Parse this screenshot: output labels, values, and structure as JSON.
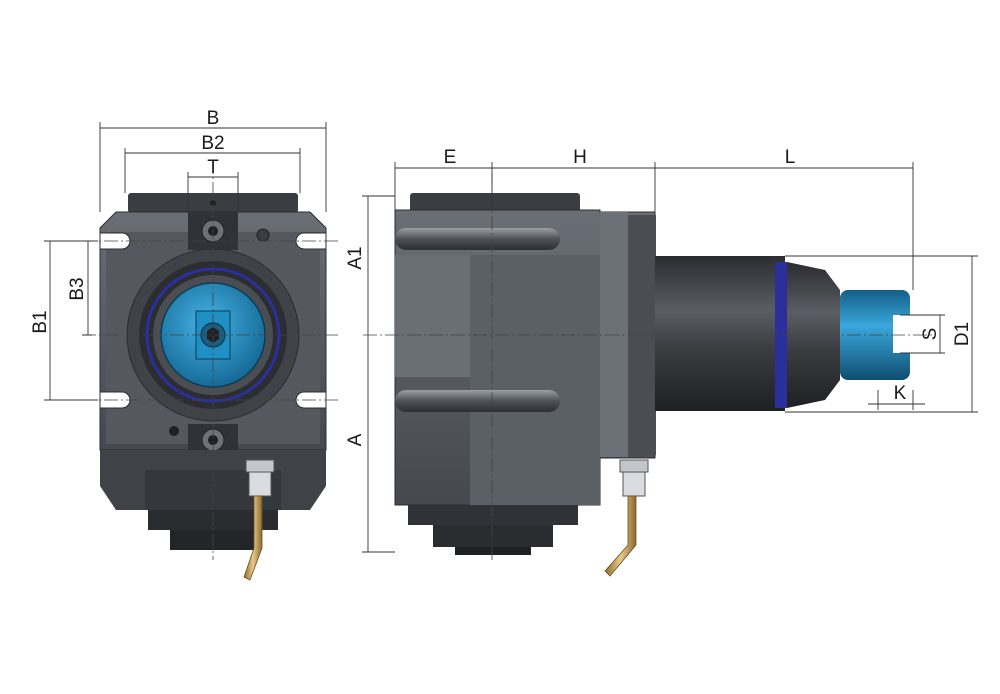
{
  "drawing": {
    "front_view": {
      "dimensions": {
        "b": "B",
        "b2": "B2",
        "t": "T",
        "b1": "B1",
        "b3": "B3"
      }
    },
    "side_view": {
      "dimensions": {
        "e": "E",
        "h": "H",
        "l": "L",
        "a1": "A1",
        "a": "A",
        "d1": "D1",
        "s": "S",
        "k": "K"
      }
    },
    "colors": {
      "body_dark": "#3a3d42",
      "body_mid": "#5b5f66",
      "body_light": "#8a8e94",
      "accent_blue": "#1f8fc4",
      "seal_blue": "#2b2f9e",
      "brass_pipe": "#c9a25a"
    }
  }
}
